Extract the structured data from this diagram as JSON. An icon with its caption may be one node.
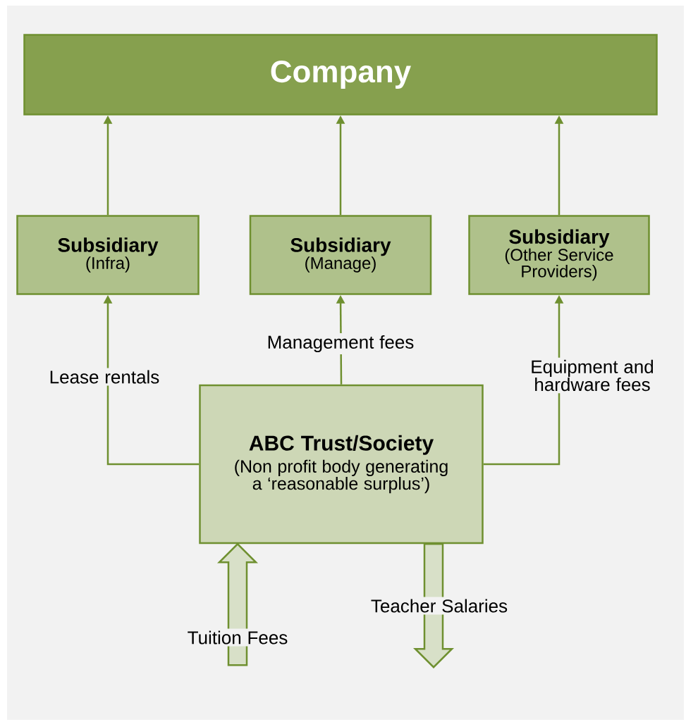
{
  "diagram": {
    "nodes": [
      {
        "text": [
          "Company"
        ]
      },
      {
        "text": [
          "Subsidiary",
          "(Infra)"
        ]
      },
      {
        "text": [
          "Subsidiary",
          "(Manage)"
        ]
      },
      {
        "text": [
          "Subsidiary",
          "(Other Service Providers)"
        ]
      },
      {
        "text": [
          "ABC Trust/Society",
          "(Non profit body generating a ‘reasonable surplus’)"
        ]
      }
    ],
    "edges": [
      {
        "from": 1,
        "to": 0,
        "arrow": "to"
      },
      {
        "from": 2,
        "to": 0,
        "arrow": "to"
      },
      {
        "from": 3,
        "to": 0,
        "arrow": "to"
      },
      {
        "from": 4,
        "to": 1,
        "arrow": "to",
        "label": "Lease rentals"
      },
      {
        "from": 4,
        "to": 2,
        "arrow": "to",
        "label": "Management fees"
      },
      {
        "from": 4,
        "to": 3,
        "arrow": "to",
        "label": "Equipment and hardware fees"
      },
      {
        "from": null,
        "to": 4,
        "arrow": "to",
        "label": "Tuition Fees",
        "style": "thick"
      },
      {
        "from": 4,
        "to": null,
        "arrow": "to",
        "label": "Teacher Salaries",
        "style": "thick"
      }
    ]
  }
}
